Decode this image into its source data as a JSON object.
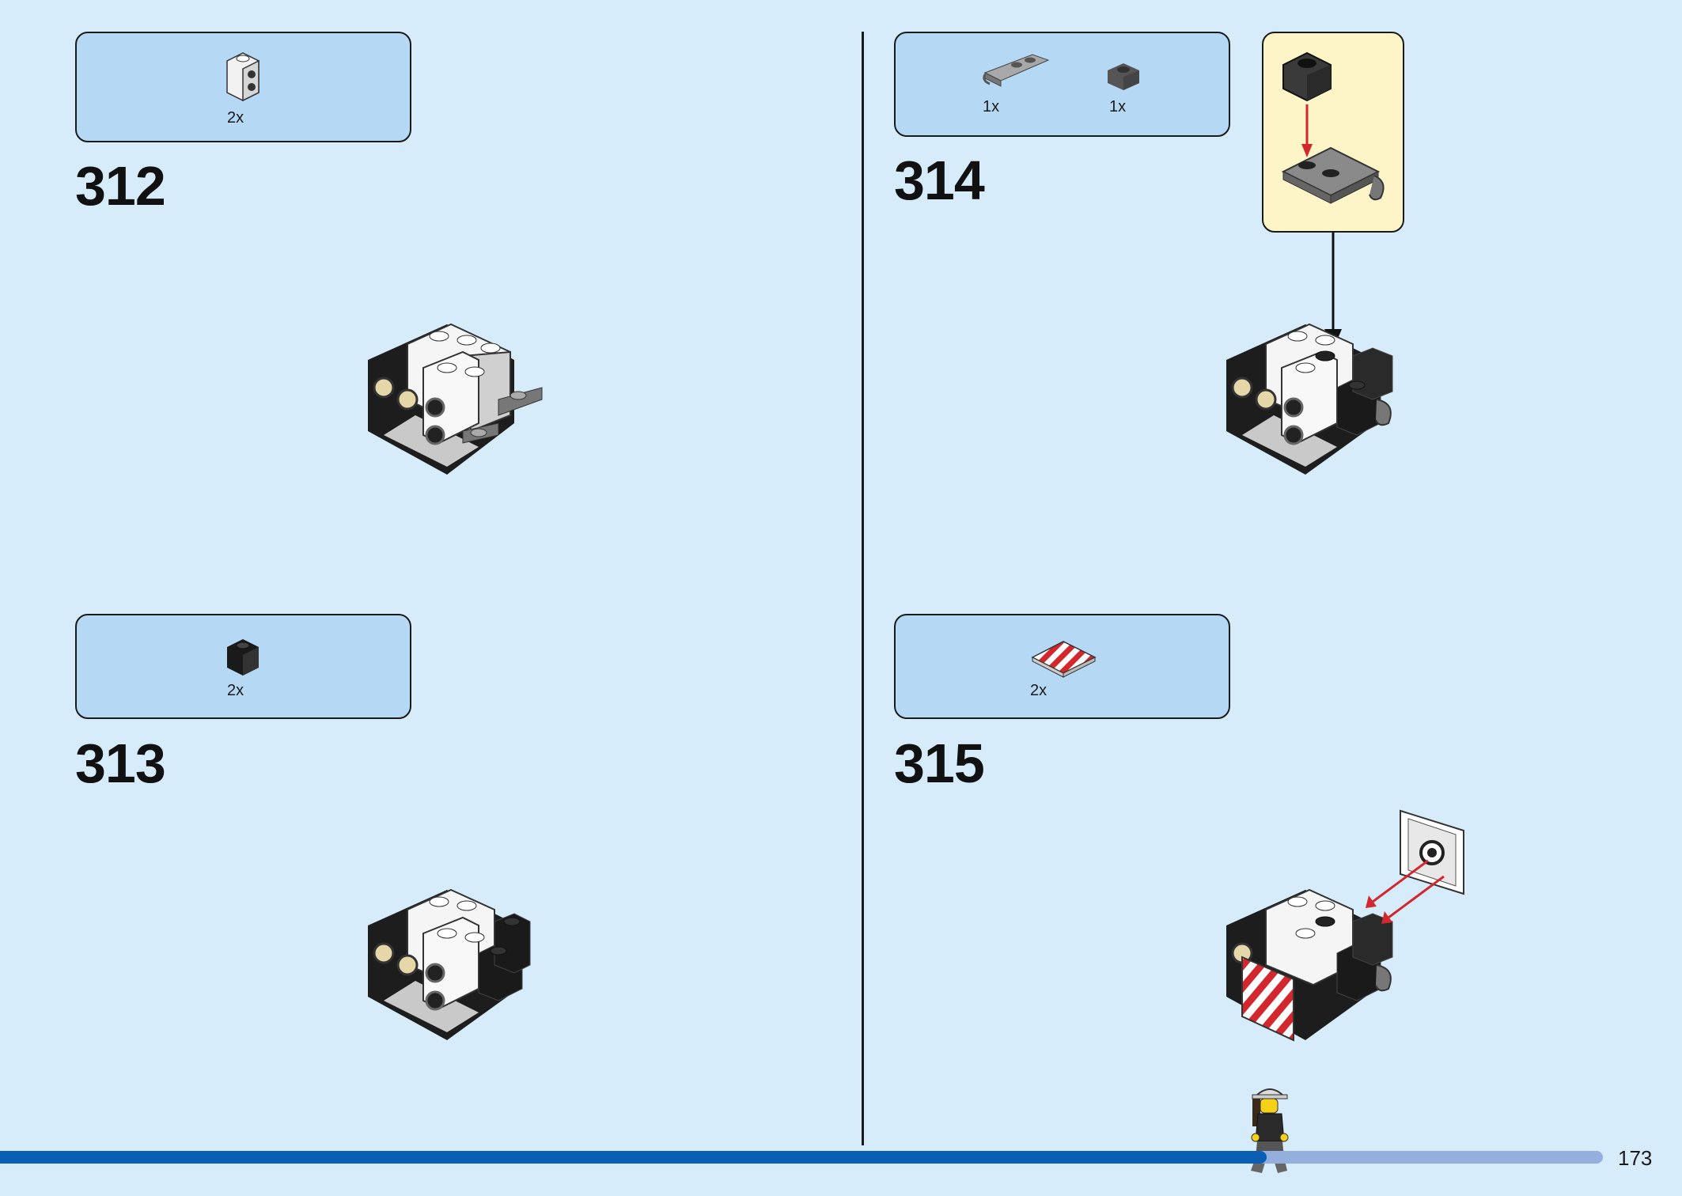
{
  "page": {
    "number": "173",
    "progress": 0.79
  },
  "steps": [
    {
      "number": "312",
      "parts": [
        {
          "qty": "2x",
          "icon": "white-brick-1x1-side-studs-icon"
        }
      ]
    },
    {
      "number": "313",
      "parts": [
        {
          "qty": "2x",
          "icon": "black-brick-1x1-icon"
        }
      ]
    },
    {
      "number": "314",
      "parts": [
        {
          "qty": "1x",
          "icon": "gray-plate-clip-icon"
        },
        {
          "qty": "1x",
          "icon": "dark-gray-plate-1x1-icon"
        }
      ]
    },
    {
      "number": "315",
      "parts": [
        {
          "qty": "2x",
          "icon": "red-white-striped-tile-icon"
        }
      ]
    }
  ],
  "colors": {
    "background": "#d6ecfa",
    "parts_box": "#b5d8f5",
    "callout": "#fdf5c8",
    "progress_fill": "#0a5fb4",
    "progress_track": "#94aede",
    "arrow_red": "#d3272e"
  }
}
